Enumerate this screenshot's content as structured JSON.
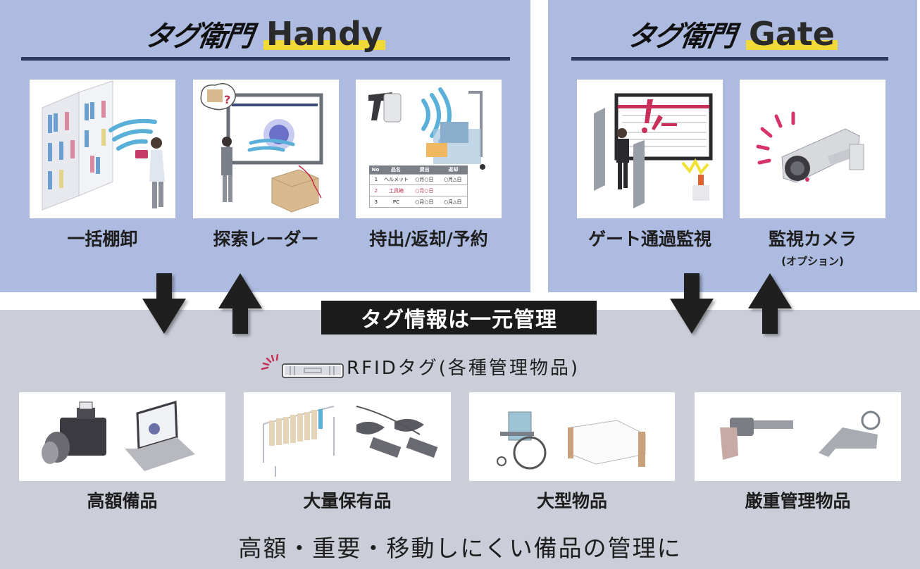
{
  "handy": {
    "brand_jp": "タグ衛門",
    "brand_en": "Handy",
    "features": [
      {
        "label": "一括棚卸",
        "icon": "bulk-inventory-illustration"
      },
      {
        "label": "探索レーダー",
        "icon": "search-radar-illustration"
      },
      {
        "label": "持出/返却/予約",
        "icon": "checkout-return-reserve-illustration"
      }
    ],
    "checkout_table": {
      "headers": [
        "No",
        "品名",
        "貸出",
        "返却"
      ],
      "rows": [
        [
          "1",
          "ヘルメット",
          "○月○日",
          "○月△日"
        ],
        [
          "2",
          "工具箱",
          "○月○日",
          ""
        ],
        [
          "3",
          "PC",
          "○月○日",
          "○月△日"
        ]
      ]
    }
  },
  "gate": {
    "brand_jp": "タグ衛門",
    "brand_en": "Gate",
    "features": [
      {
        "label": "ゲート通過監視",
        "icon": "gate-monitoring-illustration"
      },
      {
        "label": "監視カメラ",
        "sublabel": "(オプション)",
        "icon": "security-camera-illustration"
      }
    ]
  },
  "central": {
    "banner": "タグ情報は一元管理",
    "rfid_label": "RFIDタグ(各種管理物品)",
    "rfid_icon": "rfid-tag-icon"
  },
  "items": [
    {
      "label": "高額備品",
      "icon": "camera-laptop-illustration"
    },
    {
      "label": "大量保有品",
      "icon": "clothes-rack-power-strip-illustration"
    },
    {
      "label": "大型物品",
      "icon": "wheelchair-bed-illustration"
    },
    {
      "label": "厳重管理物品",
      "icon": "revolver-keys-illustration"
    }
  ],
  "tagline": "高額・重要・移動しにくい備品の管理に",
  "colors": {
    "top_panel_bg": "#adbbe0",
    "bottom_panel_bg": "#cbced9",
    "rule": "#2d3a5c",
    "highlight": "#f2d93a",
    "banner_bg": "#1b1b1b",
    "accent_wave": "#5ab0d8",
    "alert_pink": "#d6336c"
  }
}
